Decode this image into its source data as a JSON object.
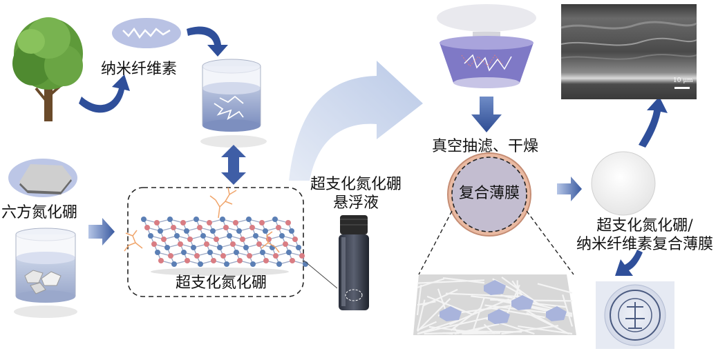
{
  "labels": {
    "nanocellulose": "纳米纤维素",
    "hbn": "六方氮化硼",
    "hyper_bn": "超支化氮化硼",
    "suspension": "超支化氮化硼\n悬浮液",
    "vacuum": "真空抽滤、干燥",
    "composite": "复合薄膜",
    "final_film": "超支化氮化硼/\n纳米纤维素复合薄膜"
  },
  "sem": {
    "scale_bar": "10 μm"
  },
  "colors": {
    "arrow_blue": "#2f4f9a",
    "big_arrow": "#c5d2ea",
    "atom_red": "#d97d83",
    "atom_blue": "#5b7fb5",
    "branch": "#f0a46a",
    "disc_outer": "#e9b9a1",
    "disc_inner": "#c3bdd0"
  },
  "icons": [
    "tree-icon",
    "nanofiber-ellipse-icon",
    "beaker-icon",
    "hbn-flake-icon",
    "vial-icon",
    "funnel-icon",
    "fiber-mat-icon",
    "film-disc-icon",
    "sem-image",
    "emblem-film-image"
  ]
}
